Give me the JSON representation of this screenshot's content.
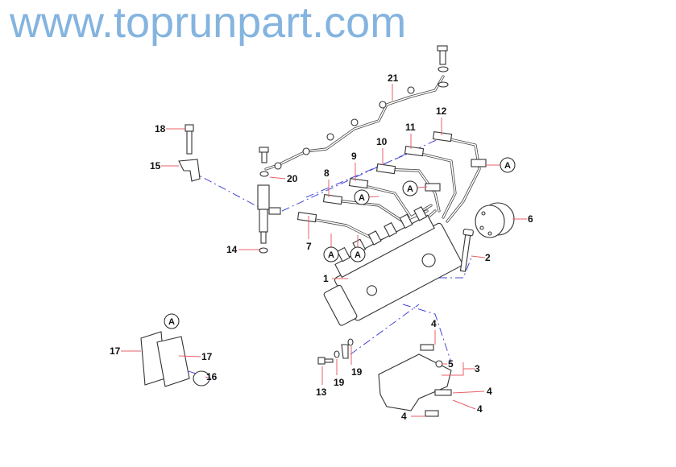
{
  "callouts": [
    "21",
    "12",
    "11",
    "10",
    "9",
    "8",
    "18",
    "15",
    "20",
    "14",
    "7",
    "1",
    "2",
    "6",
    "3",
    "5",
    "4",
    "4",
    "4",
    "4",
    "13",
    "19",
    "19",
    "17",
    "17",
    "16"
  ],
  "reference_label": "A",
  "watermark": "www.toprunpart.com",
  "colors": {
    "leader": "#e8606a",
    "centerline": "#4747d6",
    "watermark": "#5b9bd5"
  }
}
